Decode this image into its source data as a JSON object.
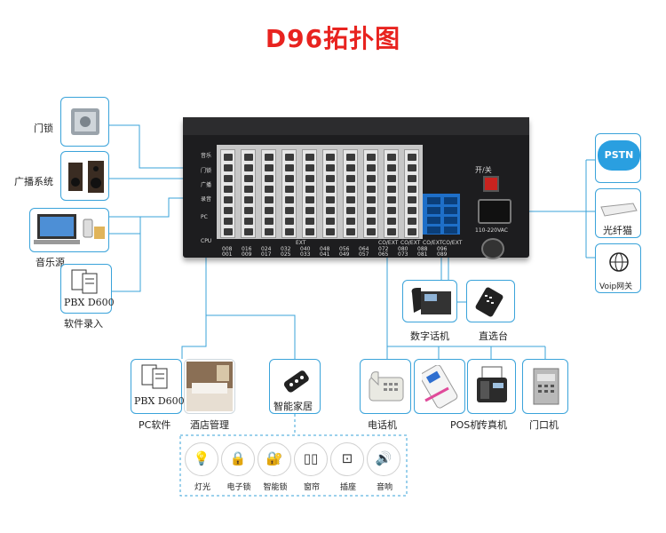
{
  "title": "D96拓扑图",
  "left_devices": [
    {
      "label": "门锁",
      "icon": "door-lock-icon"
    },
    {
      "label": "广播系统",
      "icon": "speaker-icon"
    },
    {
      "label": "音乐源",
      "icon": "laptop-icon"
    },
    {
      "label": "软件录入",
      "icon": "pbx-software-icon",
      "inner": "PBX D600"
    }
  ],
  "right_devices": [
    {
      "label": "PSTN",
      "icon": "pstn-cloud-icon"
    },
    {
      "label": "光纤猫",
      "icon": "fiber-modem-icon"
    },
    {
      "label": "Voip网关",
      "icon": "voip-gateway-icon"
    }
  ],
  "bottom_devices": [
    {
      "label": "PC软件",
      "icon": "pbx-software-icon",
      "inner": "PBX D600"
    },
    {
      "label": "酒店管理",
      "icon": "hotel-room-icon"
    },
    {
      "label": "智能家居",
      "icon": "remote-control-icon"
    },
    {
      "label": "数字话机",
      "icon": "digital-phone-icon"
    },
    {
      "label": "直选台",
      "icon": "dss-console-icon"
    },
    {
      "label": "电话机",
      "icon": "telephone-icon"
    },
    {
      "label": "POS机",
      "icon": "pos-terminal-icon"
    },
    {
      "label": "传真机",
      "icon": "fax-machine-icon"
    },
    {
      "label": "门口机",
      "icon": "door-intercom-icon"
    }
  ],
  "smart_home": [
    {
      "label": "灯光",
      "icon": "ceiling-light-icon"
    },
    {
      "label": "电子锁",
      "icon": "electronic-lock-icon"
    },
    {
      "label": "智能锁",
      "icon": "smart-lock-icon"
    },
    {
      "label": "窗帘",
      "icon": "curtain-icon"
    },
    {
      "label": "插座",
      "icon": "socket-icon"
    },
    {
      "label": "音响",
      "icon": "speaker-icon"
    }
  ],
  "chassis": {
    "power_label": "开/关",
    "voltage_label": "110-220VAC",
    "ext_label": "EXT",
    "co_ext_labels": [
      "CO/EXT",
      "CO/EXT",
      "CO/EXT",
      "CO/EXT"
    ],
    "left_panel_labels": [
      "音乐",
      "门锁",
      "广播",
      "录音",
      "PC",
      "CPU"
    ],
    "top_numbers": [
      "008",
      "016",
      "024",
      "032",
      "040",
      "048",
      "056",
      "064",
      "072",
      "080",
      "088",
      "096"
    ],
    "bottom_numbers": [
      "001",
      "009",
      "017",
      "025",
      "033",
      "041",
      "049",
      "057",
      "065",
      "073",
      "081",
      "089"
    ]
  },
  "colors": {
    "title": "#e8231f",
    "accent": "#3aa3da",
    "chassis": "#1d1d1f"
  }
}
